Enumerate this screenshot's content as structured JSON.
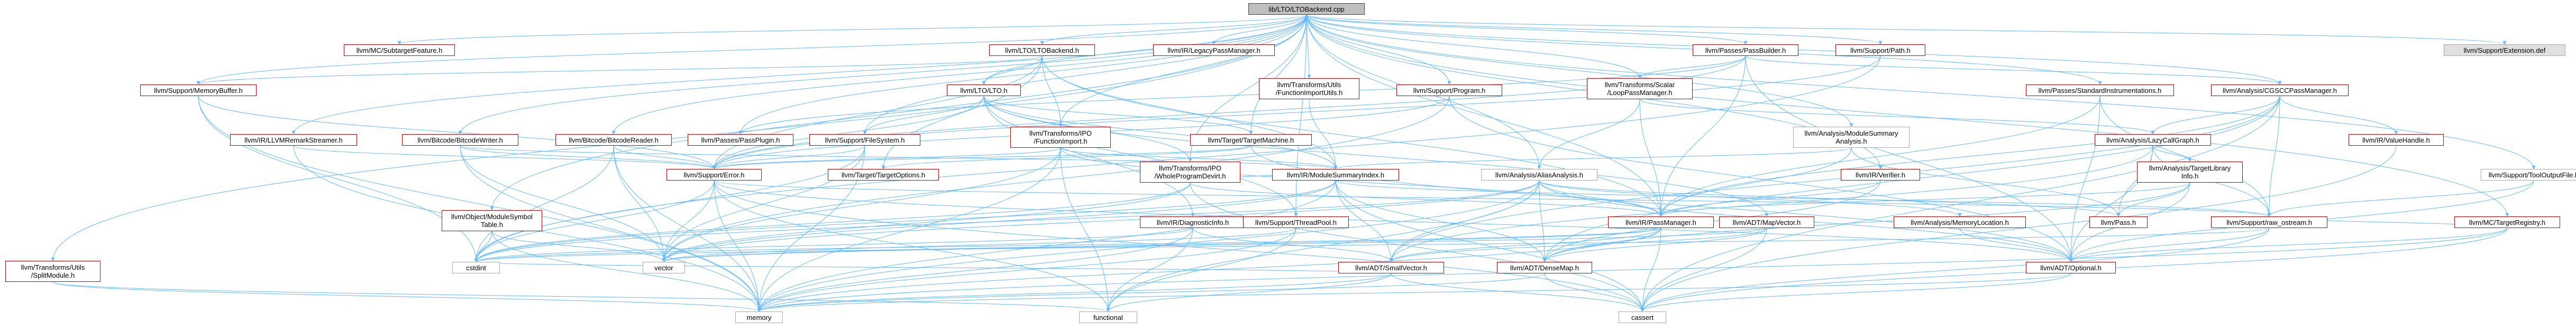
{
  "diagram": {
    "root": "lib/LTO/LTOBackend.cpp",
    "nodes": {
      "root": "lib/LTO/LTOBackend.cpp",
      "ext": "llvm/Support/Extension.def",
      "splitmodule": "llvm/Transforms/Utils\n/SplitModule.h",
      "membuf": "llvm/Support/MemoryBuffer.h",
      "mcsub": "llvm/MC/SubtargetFeature.h",
      "ltobackend": "llvm/LTO/LTOBackend.h",
      "legacypm": "llvm/IR/LegacyPassManager.h",
      "funcimportutils": "llvm/Transforms/Utils\n/FunctionImportUtils.h",
      "program": "llvm/Support/Program.h",
      "scalarlpm": "llvm/Transforms/Scalar\n/LoopPassManager.h",
      "passbuilder": "llvm/Passes/PassBuilder.h",
      "path": "llvm/Support/Path.h",
      "stdinstr": "llvm/Passes/StandardInstrumentations.h",
      "cgscc": "llvm/Analysis/CGSCCPassManager.h",
      "valuehandle": "llvm/IR/ValueHandle.h",
      "lazycg": "llvm/Analysis/LazyCallGraph.h",
      "targetlibinfo": "llvm/Analysis/TargetLibrary\nInfo.h",
      "toolout": "llvm/Support/ToolOutputFile.h",
      "mcreg": "llvm/MC/TargetRegistry.h",
      "remark": "llvm/IR/LLVMRemarkStreamer.h",
      "bcwriter": "llvm/Bitcode/BitcodeWriter.h",
      "bcreader": "llvm/Bitcode/BitcodeReader.h",
      "lto": "llvm/LTO/LTO.h",
      "passplugin": "llvm/Passes/PassPlugin.h",
      "filesystem": "llvm/Support/FileSystem.h",
      "funcimport": "llvm/Transforms/IPO\n/FunctionImport.h",
      "targetmachine": "llvm/Target/TargetMachine.h",
      "modsummaryanalysis": "llvm/Analysis/ModuleSummary\nAnalysis.h",
      "supporterror": "llvm/Support/Error.h",
      "targetoptions": "llvm/Target/TargetOptions.h",
      "wpd": "llvm/Transforms/IPO\n/WholeProgramDevirt.h",
      "modsumidx": "llvm/IR/ModuleSummaryIndex.h",
      "aliasanalysis": "llvm/Analysis/AliasAnalysis.h",
      "verifier": "llvm/IR/Verifier.h",
      "objsym": "llvm/Object/ModuleSymbol\nTable.h",
      "diaginfo": "llvm/IR/DiagnosticInfo.h",
      "threadpool": "llvm/Support/ThreadPool.h",
      "irpm": "llvm/IR/PassManager.h",
      "mapvector": "llvm/ADT/MapVector.h",
      "memloc": "llvm/Analysis/MemoryLocation.h",
      "pass": "llvm/Pass.h",
      "rawostream": "llvm/Support/raw_ostream.h",
      "cstdint": "cstdint",
      "vector": "vector",
      "smallvector": "llvm/ADT/SmallVector.h",
      "densemap": "llvm/ADT/DenseMap.h",
      "optional": "llvm/ADT/Optional.h",
      "memory": "memory",
      "functional": "functional",
      "cassert": "cassert"
    }
  }
}
